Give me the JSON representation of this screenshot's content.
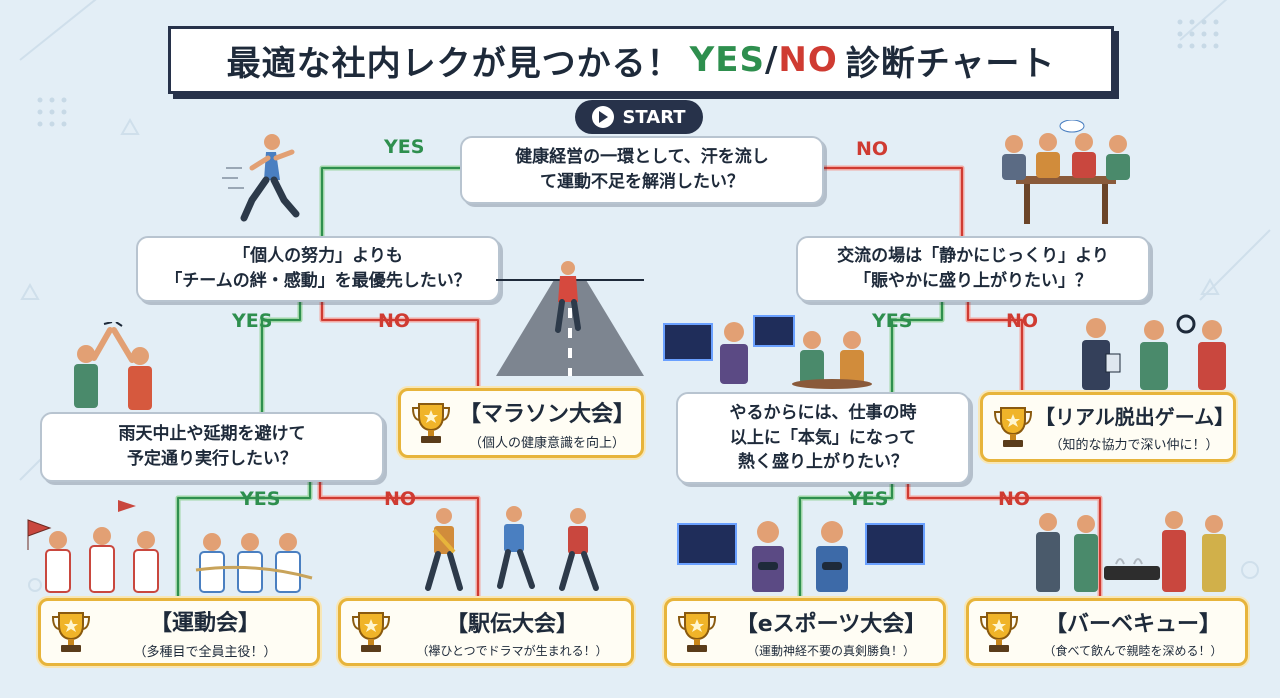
{
  "title": {
    "main": "最適な社内レクが見つかる！",
    "yes": "YES",
    "slash": "/",
    "no": "NO",
    "tail": "診断チャート"
  },
  "start": {
    "label": "START"
  },
  "questions": {
    "q1": "健康経営の一環として、汗を流し\nて運動不足を解消したい？",
    "q2": "「個人の努力」よりも\n「チームの絆・感動」を最優先したい？",
    "q3": "交流の場は「静かにじっくり」より\n「賑やかに盛り上がりたい」？",
    "q4": "雨天中止や延期を避けて\n予定通り実行したい？",
    "q5": "やるからには、仕事の時\n以上に「本気」になって\n熱く盛り上がりたい？"
  },
  "labels": {
    "yes": "YES",
    "no": "NO"
  },
  "results": {
    "marathon": {
      "name": "【マラソン大会】",
      "sub": "（個人の健康意識を向上）"
    },
    "escape": {
      "name": "【リアル脱出ゲーム】",
      "sub": "（知的な協力で深い仲に！）"
    },
    "sports_day": {
      "name": "【運動会】",
      "sub": "（多種目で全員主役！）"
    },
    "ekiden": {
      "name": "【駅伝大会】",
      "sub": "（襷ひとつでドラマが生まれる！）"
    },
    "esports": {
      "name": "【eスポーツ大会】",
      "sub": "（運動神経不要の真剣勝負！）"
    },
    "bbq": {
      "name": "【バーベキュー】",
      "sub": "（食べて飲んで親睦を深める！）"
    }
  },
  "icons": [
    "play-icon",
    "trophy-icon",
    "runner-illustration",
    "road-illustration",
    "meeting-illustration",
    "high-five-illustration",
    "cheering-team-illustration",
    "relay-runners-illustration",
    "gamers-illustration",
    "detectives-illustration",
    "bbq-party-illustration"
  ],
  "colors": {
    "yes": "#2e8f4e",
    "no": "#cf3b32",
    "navy": "#27324a",
    "gold": "#e7b43b",
    "background": "#e3eef6"
  }
}
